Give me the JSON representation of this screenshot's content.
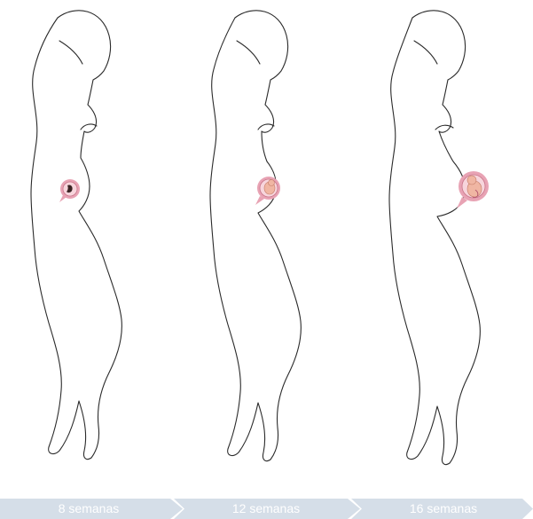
{
  "stages": [
    {
      "label": "8 semanas"
    },
    {
      "label": "12 semanas"
    },
    {
      "label": "16 semanas"
    }
  ],
  "colors": {
    "bar": "#d5dee8",
    "label": "#ffffff",
    "outline": "#2a2a2a",
    "womb": "#e8a3b4",
    "fetus": "#f0b6a3"
  }
}
